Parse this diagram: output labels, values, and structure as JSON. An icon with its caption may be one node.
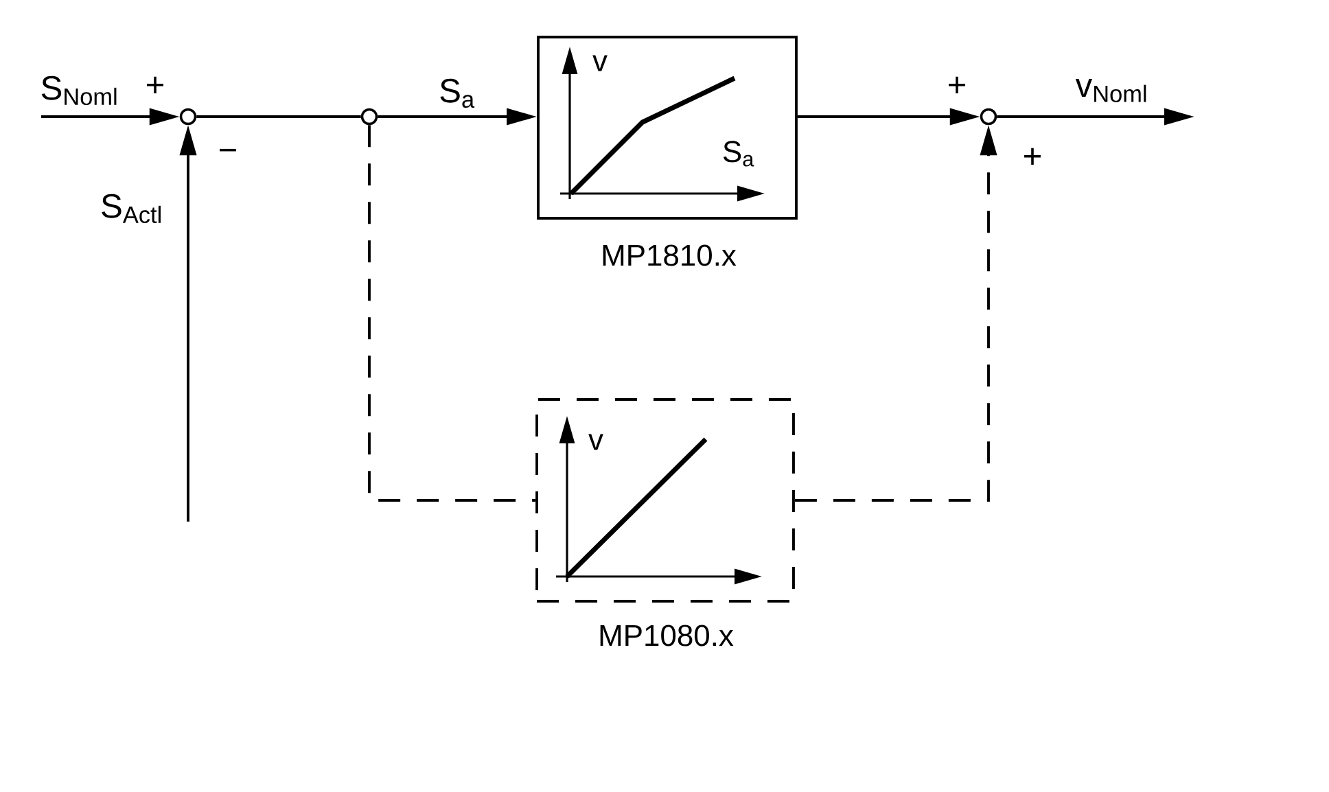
{
  "diagram": {
    "nodes": [
      {
        "text": [],
        "shape": "circle"
      },
      {
        "text": [],
        "shape": "circle"
      },
      {
        "text": [
          "v",
          "S$_{a}$",
          "MP1810.x"
        ]
      },
      {
        "text": [],
        "shape": "circle"
      },
      {
        "text": [
          "v",
          "MP1080.x"
        ]
      }
    ],
    "edges": [
      {
        "from": null,
        "to": 0,
        "arrow": "to",
        "label": "S$_{Noml}$"
      },
      {
        "from": null,
        "to": 0,
        "arrow": "to",
        "label": "S$_{Actl}$"
      },
      {
        "from": 0,
        "to": 1,
        "arrow": "none"
      },
      {
        "from": 1,
        "to": 2,
        "arrow": "to",
        "label": "S$_{a}$"
      },
      {
        "from": 2,
        "to": 3,
        "arrow": "to"
      },
      {
        "from": 3,
        "to": null,
        "arrow": "to",
        "label": "v$_{Noml}$"
      },
      {
        "from": 1,
        "to": 4,
        "arrow": "none",
        "style": "dashed"
      },
      {
        "from": 4,
        "to": 3,
        "arrow": "to",
        "style": "dashed"
      }
    ],
    "labels": [
      "+",
      "−",
      "+",
      "+"
    ]
  }
}
